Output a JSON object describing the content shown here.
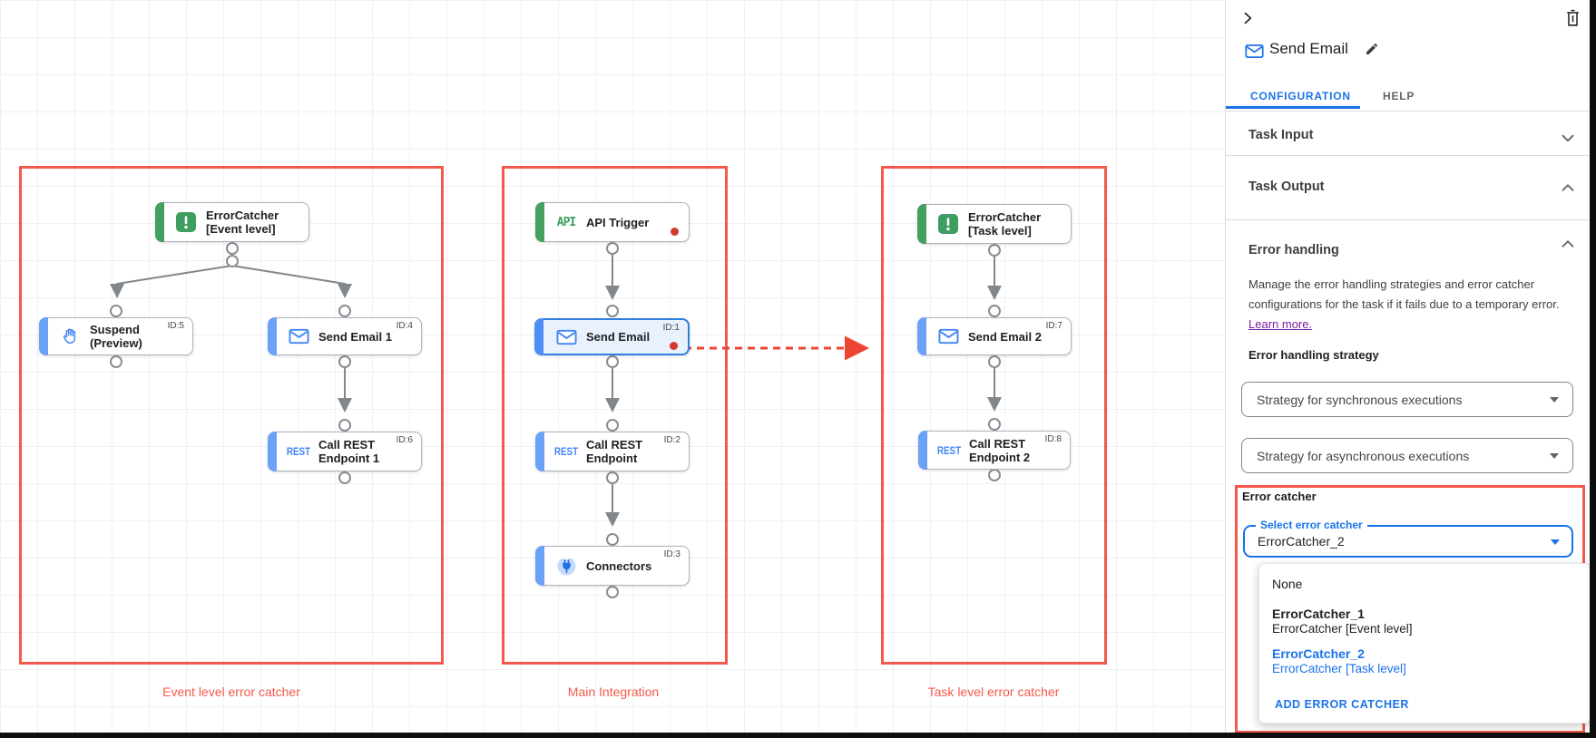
{
  "canvas": {
    "groups": [
      {
        "caption": "Event level error catcher"
      },
      {
        "caption": "Main Integration"
      },
      {
        "caption": "Task level error catcher"
      }
    ],
    "nodes": [
      {
        "label": "ErrorCatcher\n[Event level]",
        "id": ""
      },
      {
        "label": "Suspend\n(Preview)",
        "id": "ID:5"
      },
      {
        "label": "Send Email 1",
        "id": "ID:4"
      },
      {
        "label": "Call REST\nEndpoint 1",
        "id": "ID:6"
      },
      {
        "label": "API Trigger",
        "id": ""
      },
      {
        "label": "Send Email",
        "id": "ID:1"
      },
      {
        "label": "Call REST\nEndpoint",
        "id": "ID:2"
      },
      {
        "label": "Connectors",
        "id": "ID:3"
      },
      {
        "label": "ErrorCatcher\n[Task level]",
        "id": ""
      },
      {
        "label": "Send Email 2",
        "id": "ID:7"
      },
      {
        "label": "Call REST\nEndpoint 2",
        "id": "ID:8"
      }
    ],
    "icon_texts": {
      "api": "API",
      "rest": "REST"
    }
  },
  "panel": {
    "title": "Send Email",
    "tabs": {
      "configuration": "CONFIGURATION",
      "help": "HELP"
    },
    "sections": {
      "task_input": "Task Input",
      "task_output": "Task Output",
      "error_handling": "Error handling"
    },
    "error_handling": {
      "description": "Manage the error handling strategies and error catcher configurations for the task if it fails due to a temporary error.",
      "learn_more": "Learn more.",
      "strategy_label": "Error handling strategy",
      "sync_select_value": "Strategy for synchronous executions",
      "async_select_value": "Strategy for asynchronous executions",
      "error_catcher_label": "Error catcher",
      "select_label": "Select error catcher",
      "select_value": "ErrorCatcher_2",
      "menu": {
        "none": "None",
        "items": [
          {
            "name": "ErrorCatcher_1",
            "detail": "ErrorCatcher [Event level]"
          },
          {
            "name": "ErrorCatcher_2",
            "detail": "ErrorCatcher [Task level]"
          }
        ],
        "add_label": "ADD ERROR CATCHER"
      }
    }
  },
  "colors": {
    "accent_blue": "#1a73e8",
    "annotation_red": "#f4594b",
    "node_green": "#3d9e60",
    "node_blue": "#6ba1f7",
    "alert_red": "#d23b2c"
  }
}
